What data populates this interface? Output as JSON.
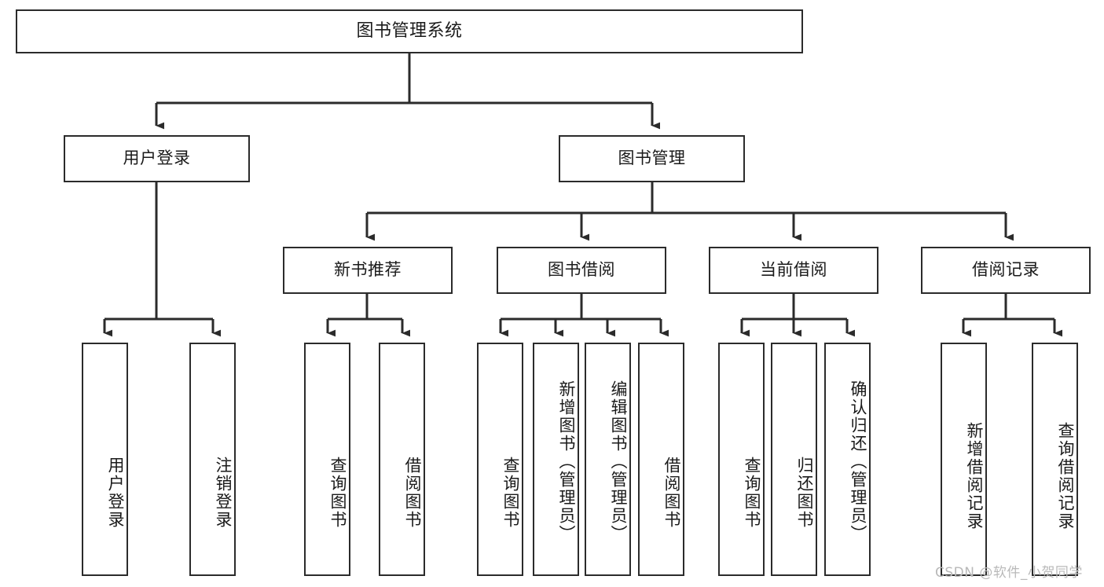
{
  "diagram": {
    "title": "图书管理系统",
    "type": "hierarchy-tree",
    "root": {
      "id": "root",
      "label": "图书管理系统",
      "orientation": "horizontal"
    },
    "level2": [
      {
        "id": "user-login",
        "label": "用户登录",
        "orientation": "horizontal"
      },
      {
        "id": "book-manage",
        "label": "图书管理",
        "orientation": "horizontal"
      }
    ],
    "level3": [
      {
        "id": "new-book-recommend",
        "label": "新书推荐",
        "parent": "book-manage",
        "orientation": "horizontal"
      },
      {
        "id": "book-borrow",
        "label": "图书借阅",
        "parent": "book-manage",
        "orientation": "horizontal"
      },
      {
        "id": "current-borrow",
        "label": "当前借阅",
        "parent": "book-manage",
        "orientation": "horizontal"
      },
      {
        "id": "borrow-record",
        "label": "借阅记录",
        "parent": "book-manage",
        "orientation": "horizontal"
      }
    ],
    "leaves": [
      {
        "id": "leaf-user-login",
        "label": "用户登录",
        "parent": "user-login",
        "orientation": "vertical"
      },
      {
        "id": "leaf-user-logout",
        "label": "注销登录",
        "parent": "user-login",
        "orientation": "vertical"
      },
      {
        "id": "leaf-query-book-1",
        "label": "查询图书",
        "parent": "new-book-recommend",
        "orientation": "vertical"
      },
      {
        "id": "leaf-borrow-book-1",
        "label": "借阅图书",
        "parent": "new-book-recommend",
        "orientation": "vertical"
      },
      {
        "id": "leaf-query-book-2",
        "label": "查询图书",
        "parent": "book-borrow",
        "orientation": "vertical"
      },
      {
        "id": "leaf-add-book",
        "label": "新增图书（管理员）",
        "parent": "book-borrow",
        "orientation": "vertical"
      },
      {
        "id": "leaf-edit-book",
        "label": "编辑图书（管理员）",
        "parent": "book-borrow",
        "orientation": "vertical"
      },
      {
        "id": "leaf-borrow-book-2",
        "label": "借阅图书",
        "parent": "book-borrow",
        "orientation": "vertical"
      },
      {
        "id": "leaf-query-book-3",
        "label": "查询图书",
        "parent": "current-borrow",
        "orientation": "vertical"
      },
      {
        "id": "leaf-return-book",
        "label": "归还图书",
        "parent": "current-borrow",
        "orientation": "vertical"
      },
      {
        "id": "leaf-confirm-return",
        "label": "确认归还（管理员）",
        "parent": "current-borrow",
        "orientation": "vertical"
      },
      {
        "id": "leaf-add-record",
        "label": "新增借阅记录",
        "parent": "borrow-record",
        "orientation": "vertical"
      },
      {
        "id": "leaf-query-record",
        "label": "查询借阅记录",
        "parent": "borrow-record",
        "orientation": "vertical"
      }
    ],
    "watermark": "CSDN @软件_小贺同学",
    "colors": {
      "stroke": "#2b2b2b",
      "fill": "#ffffff",
      "text": "#1a1a1a",
      "watermark": "#b9b9b9"
    }
  }
}
